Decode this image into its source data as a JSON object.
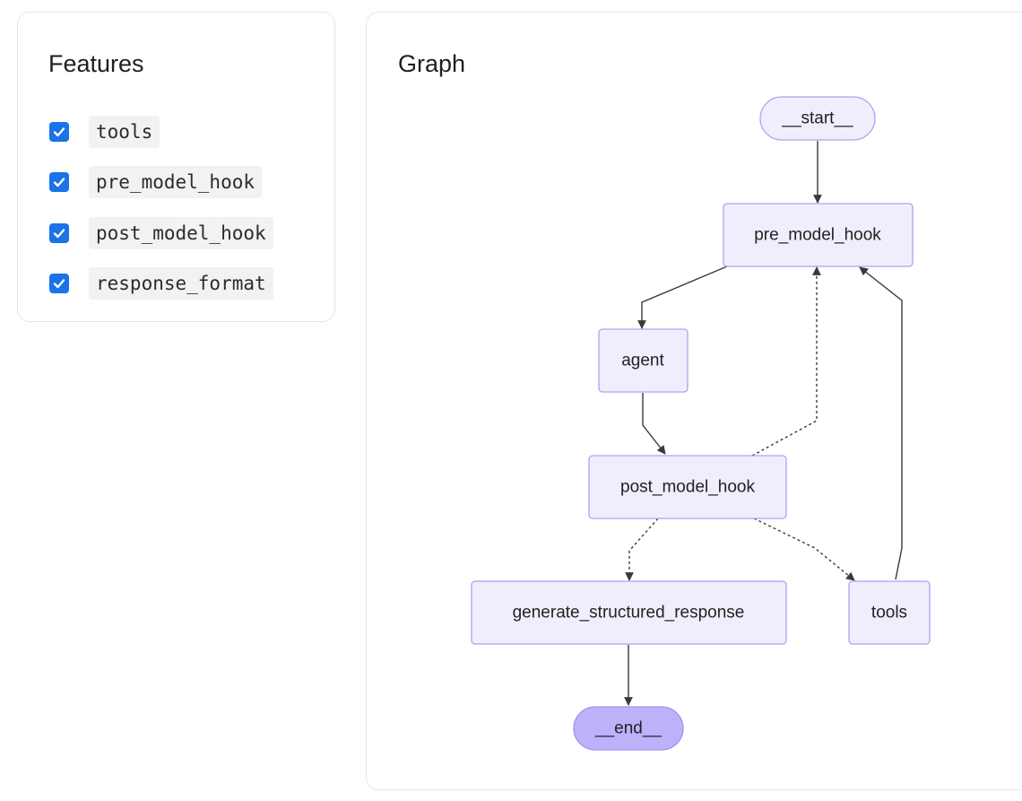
{
  "features": {
    "title": "Features",
    "items": [
      {
        "label": "tools",
        "checked": true
      },
      {
        "label": "pre_model_hook",
        "checked": true
      },
      {
        "label": "post_model_hook",
        "checked": true
      },
      {
        "label": "response_format",
        "checked": true
      }
    ]
  },
  "graph": {
    "title": "Graph",
    "nodes": {
      "start": "__start__",
      "pre_model_hook": "pre_model_hook",
      "agent": "agent",
      "post_model_hook": "post_model_hook",
      "generate_structured_response": "generate_structured_response",
      "tools": "tools",
      "end": "__end__"
    },
    "edges": [
      {
        "from": "start",
        "to": "pre_model_hook",
        "style": "solid"
      },
      {
        "from": "pre_model_hook",
        "to": "agent",
        "style": "solid"
      },
      {
        "from": "agent",
        "to": "post_model_hook",
        "style": "solid"
      },
      {
        "from": "post_model_hook",
        "to": "pre_model_hook",
        "style": "dashed"
      },
      {
        "from": "post_model_hook",
        "to": "generate_structured_response",
        "style": "dashed"
      },
      {
        "from": "post_model_hook",
        "to": "tools",
        "style": "dashed"
      },
      {
        "from": "tools",
        "to": "pre_model_hook",
        "style": "solid"
      },
      {
        "from": "generate_structured_response",
        "to": "end",
        "style": "solid"
      }
    ]
  },
  "colors": {
    "checkbox": "#1a73e8",
    "node_fill": "#f0eefc",
    "node_stroke": "#b39ff3",
    "end_fill": "#bfb0fa"
  }
}
